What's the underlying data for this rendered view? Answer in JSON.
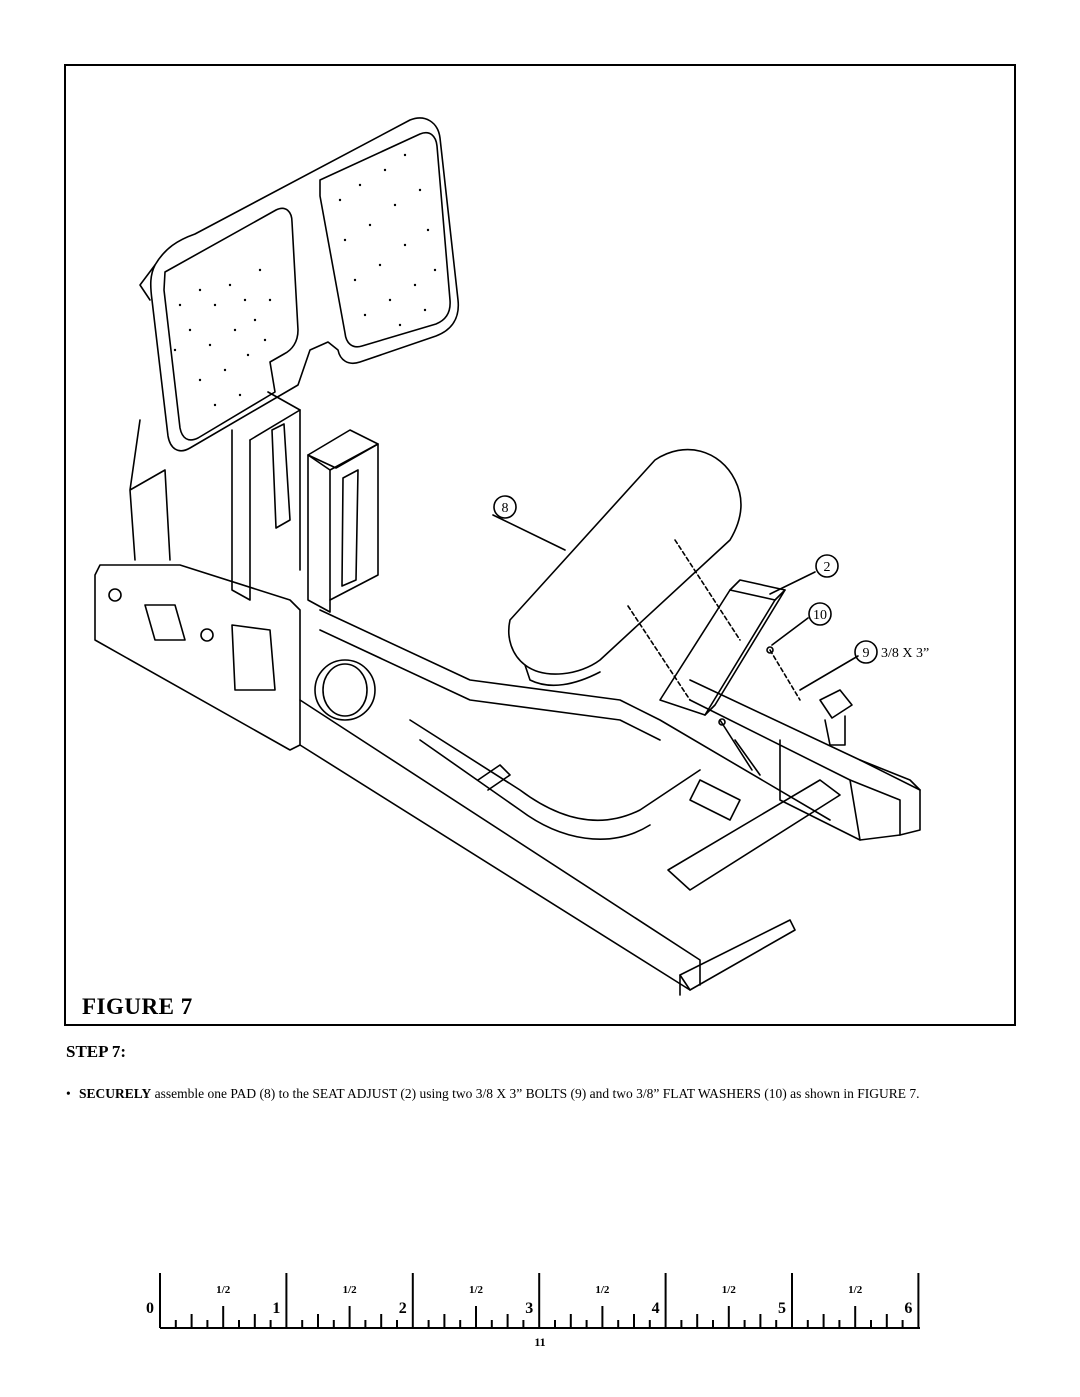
{
  "figure": {
    "label": "FIGURE 7",
    "callouts": {
      "pad": "8",
      "seat_adjust": "2",
      "washer": "10",
      "bolt": "9",
      "bolt_size": "3/8 X 3”"
    }
  },
  "step": {
    "heading": "STEP 7:",
    "bullet": "•",
    "emphasis": "SECURELY",
    "text": " assemble one PAD (8) to the SEAT ADJUST (2) using two 3/8 X 3” BOLTS (9) and two 3/8” FLAT WASHERS (10) as shown in FIGURE 7."
  },
  "ruler": {
    "whole_labels": [
      "0",
      "1",
      "2",
      "3",
      "4",
      "5",
      "6"
    ],
    "half_label": "1/2",
    "unit": "inches"
  },
  "page": {
    "number": "11"
  }
}
